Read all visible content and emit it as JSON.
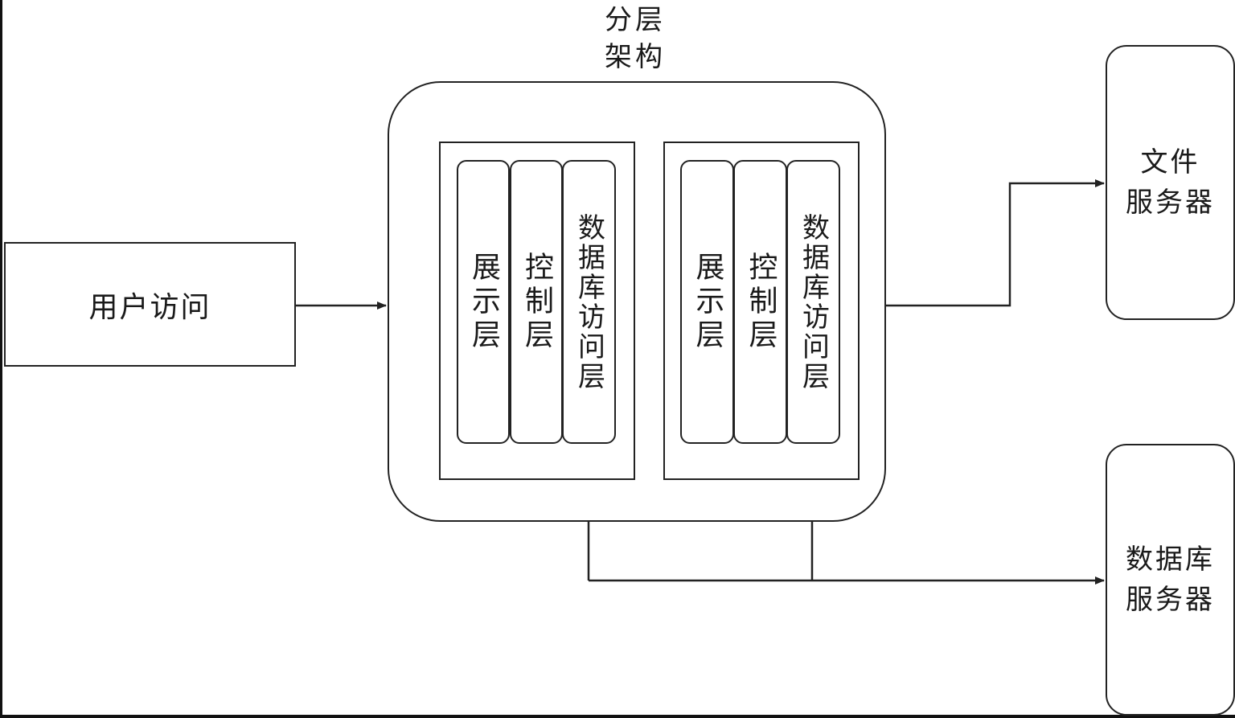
{
  "user_access": {
    "label": "用户访问"
  },
  "architecture": {
    "title_line1": "分层",
    "title_line2": "架构",
    "nodes": [
      {
        "layers": [
          {
            "label": "展示层"
          },
          {
            "label": "控制层"
          },
          {
            "label": "数据库访问层"
          }
        ]
      },
      {
        "layers": [
          {
            "label": "展示层"
          },
          {
            "label": "控制层"
          },
          {
            "label": "数据库访问层"
          }
        ]
      }
    ]
  },
  "file_server": {
    "line1": "文件",
    "line2": "服务器"
  },
  "db_server": {
    "line1": "数据库",
    "line2": "服务器"
  }
}
